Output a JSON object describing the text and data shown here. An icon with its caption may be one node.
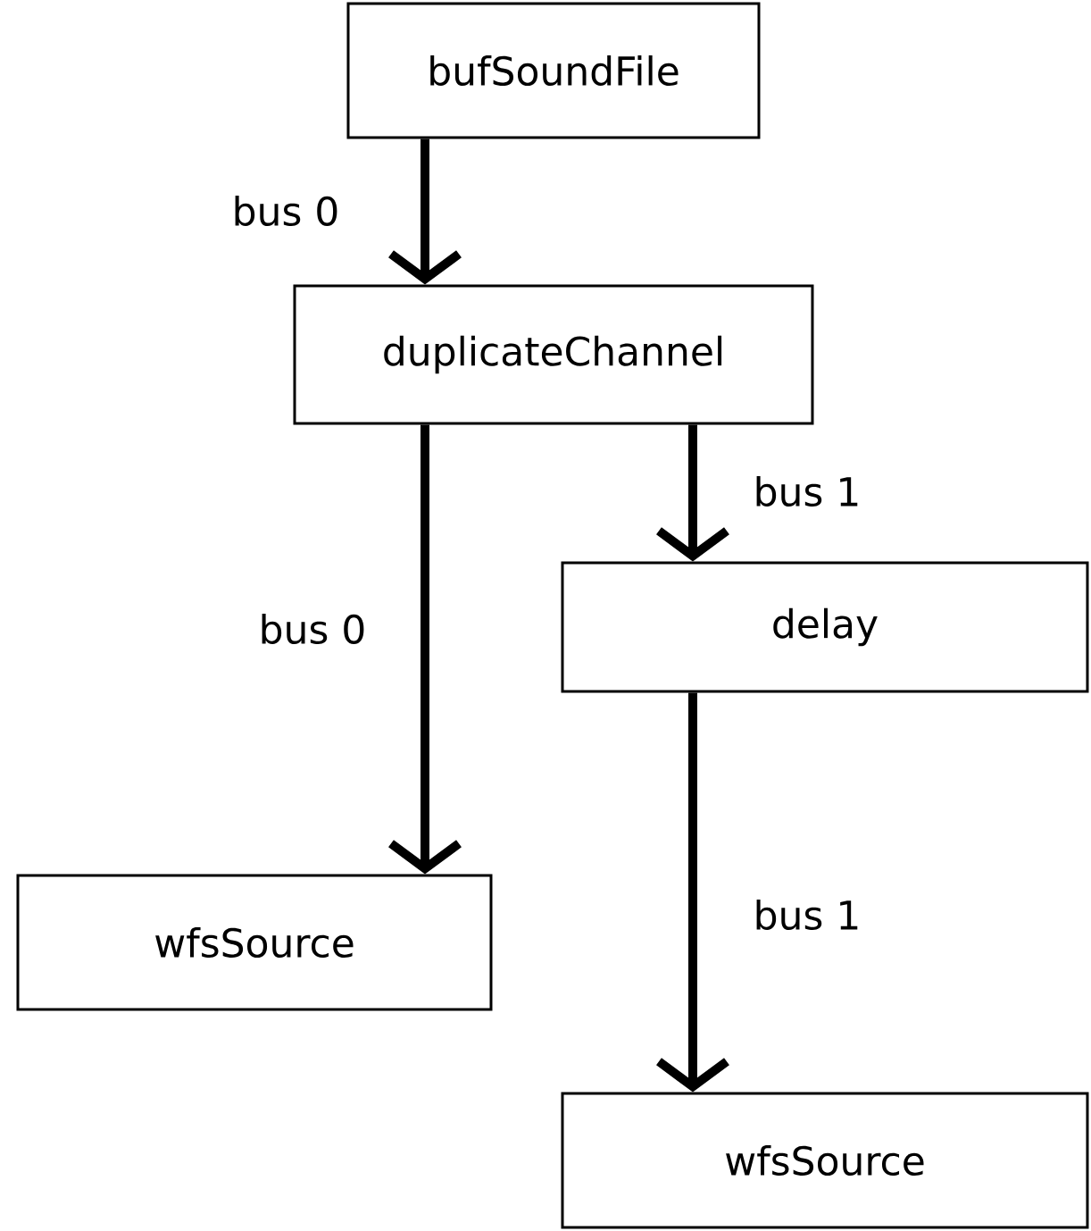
{
  "diagram": {
    "nodes": [
      {
        "text": [
          "bufSoundFile"
        ]
      },
      {
        "text": [
          "duplicateChannel"
        ]
      },
      {
        "text": [
          "delay"
        ]
      },
      {
        "text": [
          "wfsSource"
        ]
      },
      {
        "text": [
          "wfsSource"
        ]
      }
    ],
    "edges": [
      {
        "from": 0,
        "to": 1,
        "arrow": "to",
        "label": "bus 0"
      },
      {
        "from": 1,
        "to": 3,
        "arrow": "to",
        "label": "bus 0"
      },
      {
        "from": 1,
        "to": 2,
        "arrow": "to",
        "label": "bus 1"
      },
      {
        "from": 2,
        "to": 4,
        "arrow": "to",
        "label": "bus 1"
      }
    ]
  }
}
